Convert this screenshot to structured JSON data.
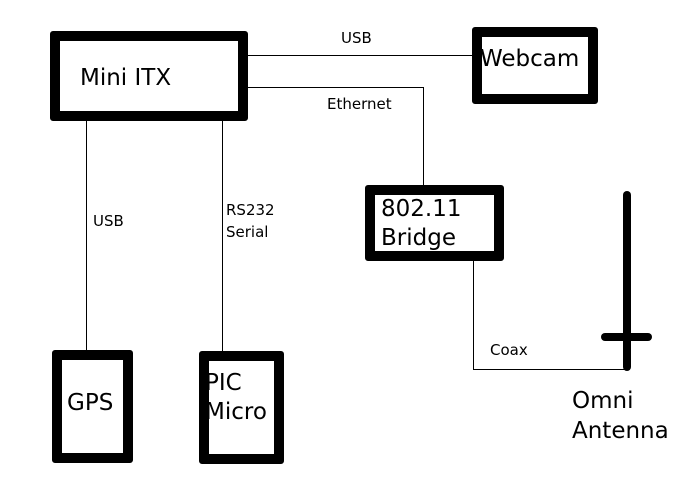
{
  "diagram": {
    "nodes": {
      "mini_itx": {
        "label": "Mini ITX"
      },
      "webcam": {
        "label": "Webcam"
      },
      "bridge": {
        "label_line1": "802.11",
        "label_line2": "Bridge"
      },
      "gps": {
        "label": "GPS"
      },
      "pic": {
        "label_line1": "PIC",
        "label_line2": "Micro"
      },
      "antenna": {
        "label_line1": "Omni",
        "label_line2": "Antenna"
      }
    },
    "edges": {
      "itx_webcam": {
        "label": "USB"
      },
      "itx_bridge": {
        "label": "Ethernet"
      },
      "itx_gps": {
        "label": "USB"
      },
      "itx_pic": {
        "label_line1": "RS232",
        "label_line2": "Serial"
      },
      "bridge_antenna": {
        "label": "Coax"
      }
    }
  }
}
